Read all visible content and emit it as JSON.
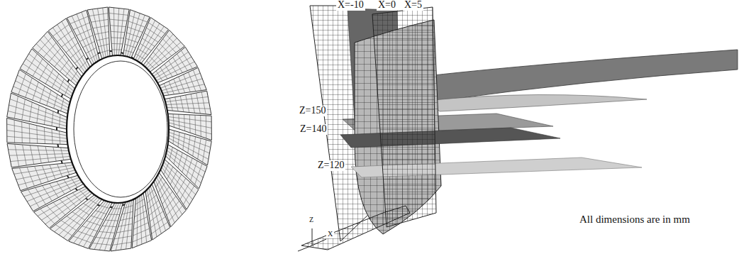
{
  "diagram": {
    "labels": [
      "X=-10",
      "X=0",
      "X=5",
      "Z=150",
      "Z=140",
      "Z=120",
      "Z",
      "X",
      "All dimensions are in mm"
    ]
  }
}
